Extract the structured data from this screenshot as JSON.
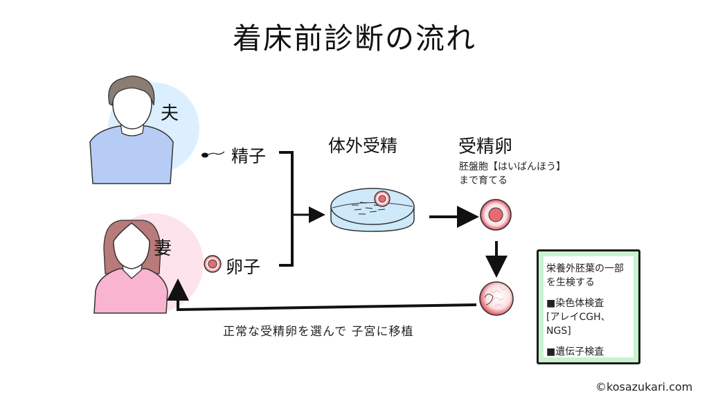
{
  "title": "着床前診断の流れ",
  "husband": {
    "label": "夫",
    "shirt_color": "#b7ccf5",
    "hair_color": "#8a7d73",
    "bg_color": "#dcefff"
  },
  "wife": {
    "label": "妻",
    "shirt_color": "#f9b4cf",
    "hair_color": "#b87a7a",
    "bg_color": "#fde3ec"
  },
  "sperm_label": "精子",
  "egg_label": "卵子",
  "ivf_label": "体外受精",
  "embryo": {
    "label": "受精卵",
    "note_line1": "胚盤胞【はいばんほう】",
    "note_line2": "まで育てる"
  },
  "infobox": {
    "line1": "栄養外胚葉の一部",
    "line2": "を生検する",
    "test1": "■染色体検査",
    "test1_detail": "[アレイCGH、NGS]",
    "test2": "■遺伝子検査",
    "border_color": "#c9f2cf"
  },
  "transfer_caption": "正常な受精卵を選んで 子宮に移植",
  "copyright": "©kosazukari.com",
  "accent_colors": {
    "egg_core": "#e56b72",
    "egg_ring": "#f3c6c8",
    "dish": "#cde9fa"
  }
}
